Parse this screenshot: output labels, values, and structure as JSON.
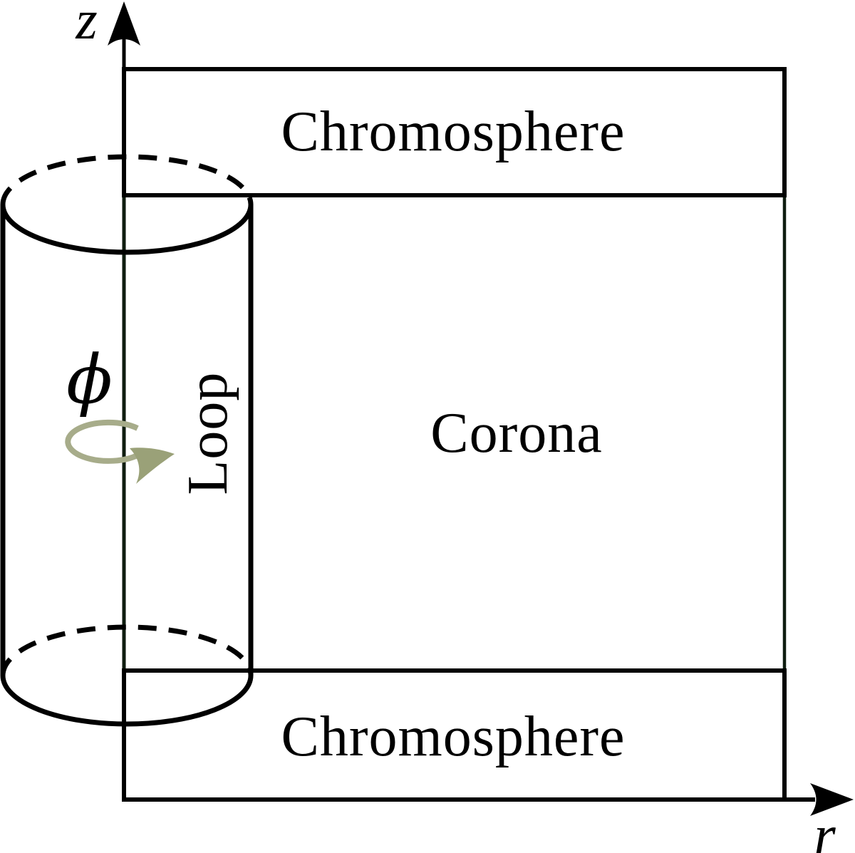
{
  "diagram": {
    "axis": {
      "z_label": "z",
      "r_label": "r"
    },
    "regions": {
      "top_band": "Chromosphere",
      "middle": "Corona",
      "bottom_band": "Chromosphere"
    },
    "cylinder": {
      "label": "Loop",
      "azimuth_symbol": "ϕ"
    },
    "colors": {
      "ink": "#000000",
      "corona_border": "#0f1d10",
      "rotation_arrow": "#a7ac8a",
      "rotation_arrowhead": "#9aa178"
    }
  }
}
